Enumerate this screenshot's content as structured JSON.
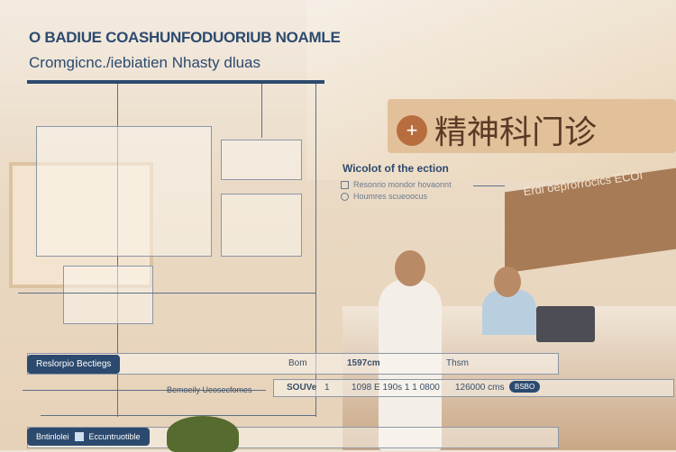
{
  "header": {
    "title": "O BADIUE COASHUNFODUORIUB NOAMLE",
    "subtitle": "Cromgicnc./iebiatien Nhasty dluas"
  },
  "sign": {
    "text": "精神科门诊",
    "logo": "+"
  },
  "board": {
    "text": "Erdi oeprorrocics ECOI"
  },
  "info": {
    "title": "Wicolot of the ection",
    "items": [
      "Resonrio mondor hovaonnt",
      "Houmres scueoocus"
    ]
  },
  "bottom": {
    "row1": {
      "label": "Reslorpio Bectiegs",
      "col1": "Bom",
      "col2": "1597cm",
      "col3": "Thsm"
    },
    "row2": {
      "label": "Bemoeily Ueosecfomes",
      "col1": "SOUVe",
      "col2": "1",
      "col3": "1098 E 190s  1 1 0800",
      "col4": "126000 cms",
      "badge": "BSBO"
    },
    "row3": {
      "label": "Bntinlolei",
      "label2": "Eccuntruotible"
    }
  },
  "colors": {
    "navy": "#2c4a6e",
    "sign": "#e2c09a"
  }
}
